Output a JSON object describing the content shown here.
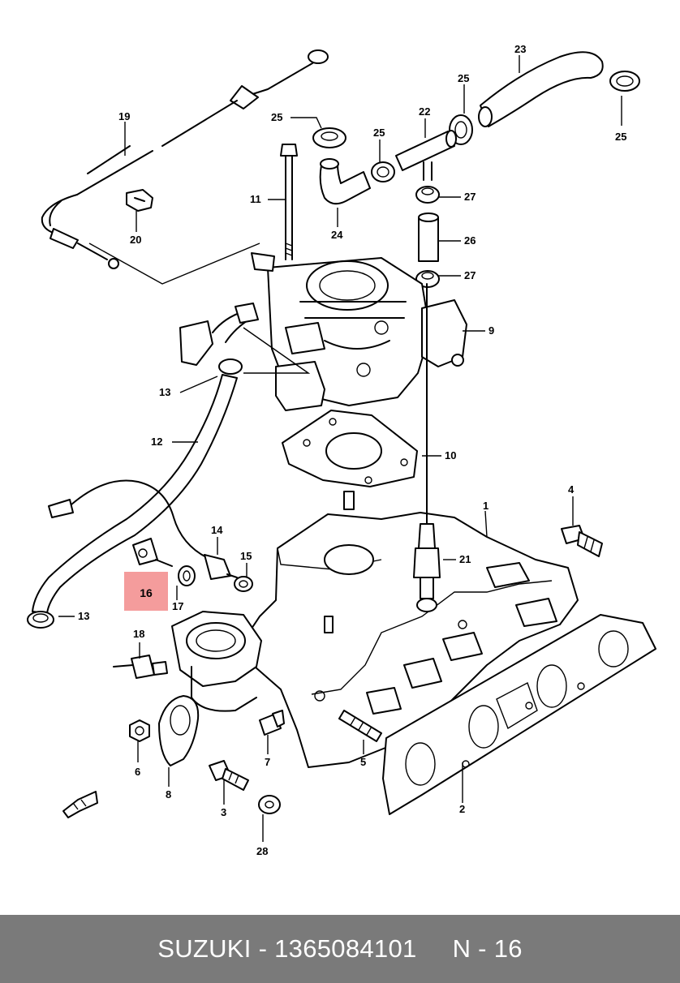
{
  "footer": {
    "brand_part": "SUZUKI - 1365084101",
    "ref": "N - 16"
  },
  "callouts": {
    "c1": "1",
    "c2": "2",
    "c3": "3",
    "c4": "4",
    "c5": "5",
    "c6": "6",
    "c7": "7",
    "c8": "8",
    "c9": "9",
    "c10": "10",
    "c11": "11",
    "c12": "12",
    "c13a": "13",
    "c13b": "13",
    "c14": "14",
    "c15": "15",
    "c16": "16",
    "c17": "17",
    "c18": "18",
    "c19": "19",
    "c20": "20",
    "c21": "21",
    "c22": "22",
    "c23": "23",
    "c24": "24",
    "c25a": "25",
    "c25b": "25",
    "c25c": "25",
    "c25d": "25",
    "c26": "26",
    "c27a": "27",
    "c27b": "27",
    "c28": "28"
  },
  "highlight": {
    "part": "16",
    "color": "#f49c9c"
  }
}
